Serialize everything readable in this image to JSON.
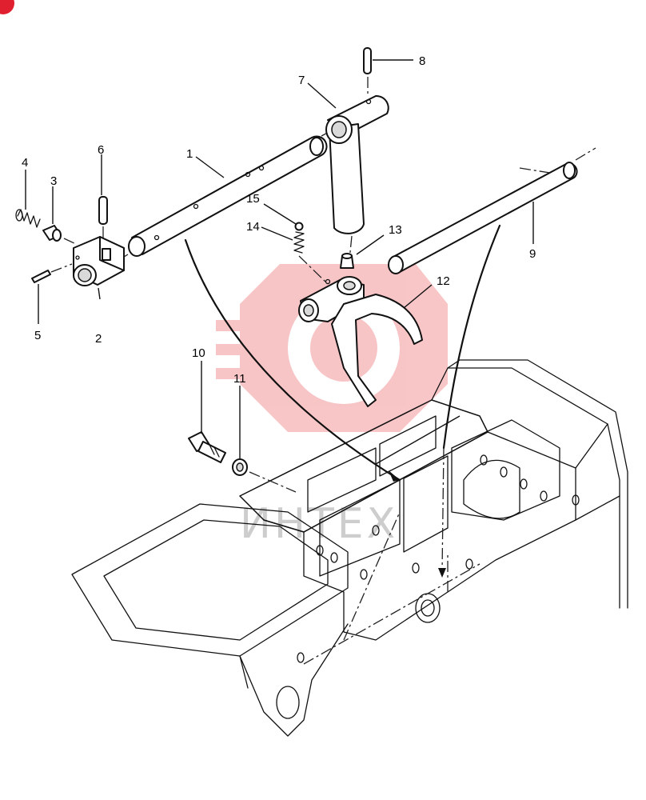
{
  "callouts": {
    "c1": "1",
    "c2": "2",
    "c3": "3",
    "c4": "4",
    "c5": "5",
    "c6": "6",
    "c7": "7",
    "c8": "8",
    "c9": "9",
    "c10": "10",
    "c11": "11",
    "c12": "12",
    "c13": "13",
    "c14": "14",
    "c15": "15"
  },
  "watermark": {
    "text": "ИНТЕХ",
    "color": "#e8333a"
  },
  "corner_badge_color": "#e0202e"
}
